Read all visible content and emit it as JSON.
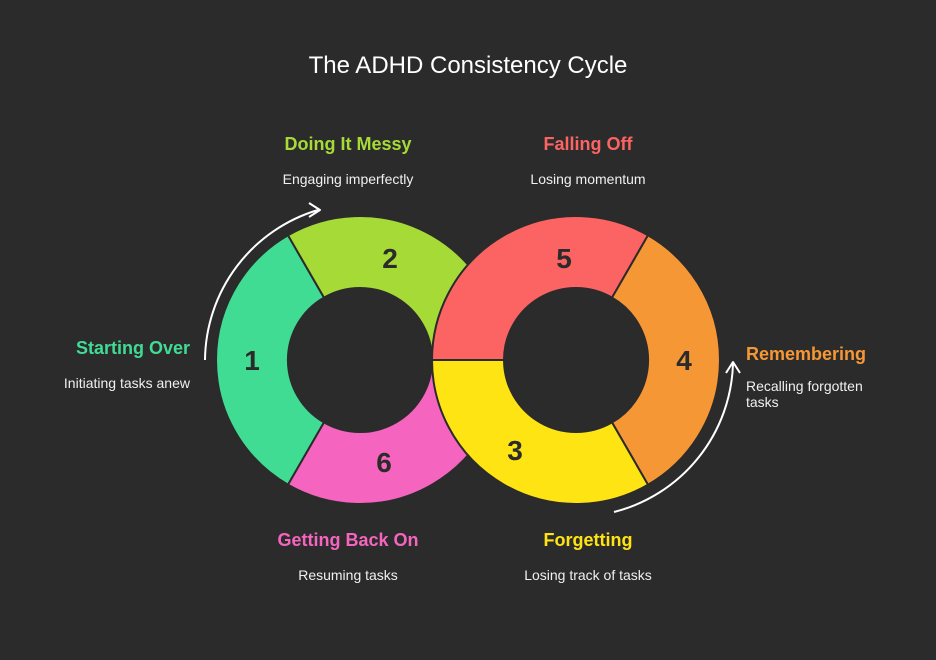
{
  "title": "The ADHD Consistency Cycle",
  "steps": [
    {
      "number": "1",
      "label": "Starting Over",
      "description": "Initiating tasks anew",
      "color": "#40dc94"
    },
    {
      "number": "2",
      "label": "Doing It Messy",
      "description": "Engaging imperfectly",
      "color": "#a6da37"
    },
    {
      "number": "3",
      "label": "Forgetting",
      "description": "Losing track of tasks",
      "color": "#ffe413"
    },
    {
      "number": "4",
      "label": "Remembering",
      "description": "Recalling forgotten tasks",
      "color": "#f69736"
    },
    {
      "number": "5",
      "label": "Falling Off",
      "description": "Losing momentum",
      "color": "#fb6462"
    },
    {
      "number": "6",
      "label": "Getting Back On",
      "description": "Resuming tasks",
      "color": "#f564bf"
    }
  ]
}
